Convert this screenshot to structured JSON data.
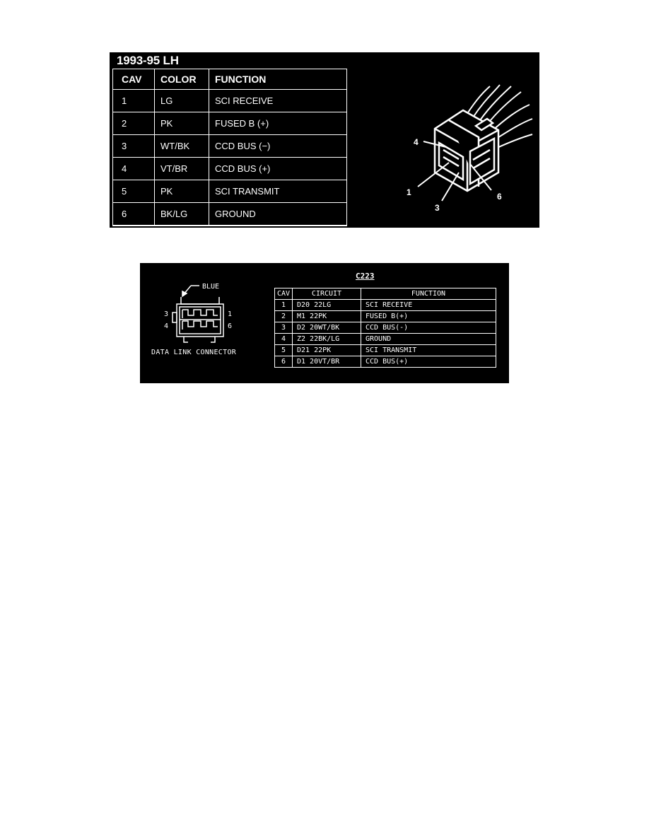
{
  "panel1": {
    "title": "1993-95 LH",
    "headers": [
      "CAV",
      "COLOR",
      "FUNCTION"
    ],
    "rows": [
      {
        "cav": "1",
        "color": "LG",
        "function": "SCI RECEIVE"
      },
      {
        "cav": "2",
        "color": "PK",
        "function": "FUSED B (+)"
      },
      {
        "cav": "3",
        "color": "WT/BK",
        "function": "CCD BUS (−)"
      },
      {
        "cav": "4",
        "color": "VT/BR",
        "function": "CCD BUS (+)"
      },
      {
        "cav": "5",
        "color": "PK",
        "function": "SCI TRANSMIT"
      },
      {
        "cav": "6",
        "color": "BK/LG",
        "function": "GROUND"
      }
    ],
    "connector_labels": {
      "pin4": "4",
      "pin1": "1",
      "pin3": "3",
      "pin6": "6"
    }
  },
  "panel2": {
    "title": "C223",
    "headers": [
      "CAV",
      "CIRCUIT",
      "FUNCTION"
    ],
    "rows": [
      {
        "cav": "1",
        "circuit": "D20 22LG",
        "function": "SCI RECEIVE"
      },
      {
        "cav": "2",
        "circuit": "M1 22PK",
        "function": "FUSED B(+)"
      },
      {
        "cav": "3",
        "circuit": "D2 20WT/BK",
        "function": "CCD BUS(-)"
      },
      {
        "cav": "4",
        "circuit": "Z2 22BK/LG",
        "function": "GROUND"
      },
      {
        "cav": "5",
        "circuit": "D21 22PK",
        "function": "SCI TRANSMIT"
      },
      {
        "cav": "6",
        "circuit": "D1 20VT/BR",
        "function": "CCD BUS(+)"
      }
    ],
    "connector_labels": {
      "color": "BLUE",
      "pin3": "3",
      "pin1": "1",
      "pin4": "4",
      "pin6": "6"
    },
    "caption": "DATA LINK CONNECTOR"
  }
}
